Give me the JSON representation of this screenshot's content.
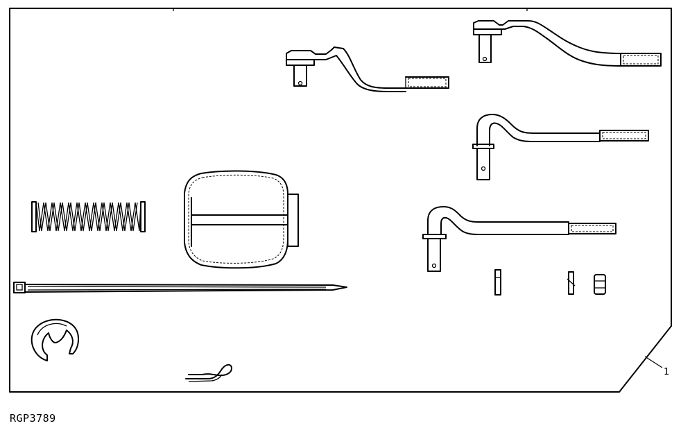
{
  "figure": {
    "image_code": "RGP3789",
    "callouts": [
      {
        "number": "1",
        "refers_to": "parts-board"
      }
    ]
  }
}
